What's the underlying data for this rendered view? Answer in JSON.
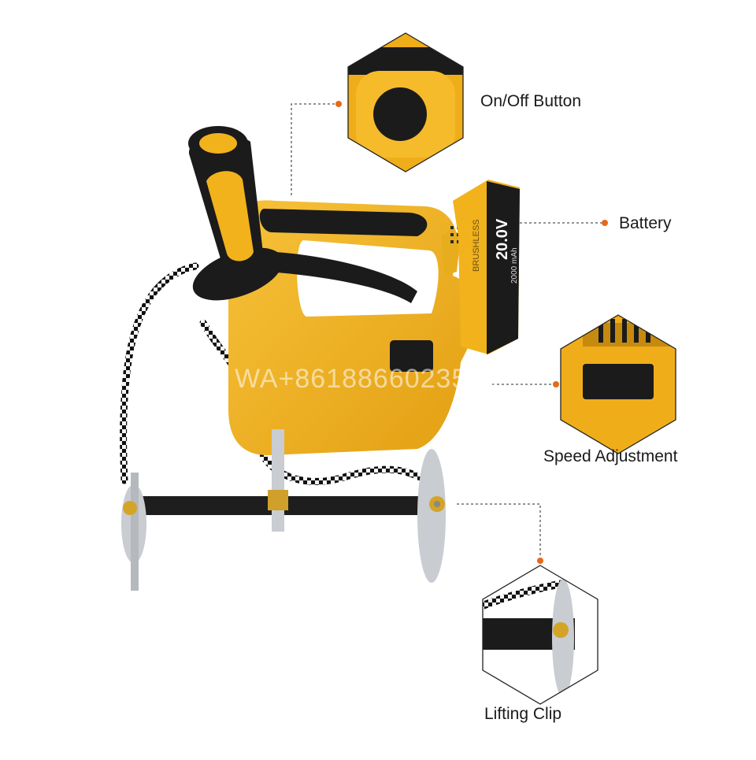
{
  "labels": {
    "on_off": "On/Off Button",
    "battery": "Battery",
    "speed": "Speed Adjustment",
    "lifting": "Lifting Clip"
  },
  "battery_print": {
    "voltage": "20.0V",
    "capacity": "2000 mAh",
    "brand": "BRUSHLESS"
  },
  "watermark": "WA+8618866023528",
  "colors": {
    "tool_yellow": "#f2b21c",
    "tool_dark": "#1b1b1b",
    "accent_dot": "#e46a1a",
    "steel": "#c9ccd1"
  }
}
